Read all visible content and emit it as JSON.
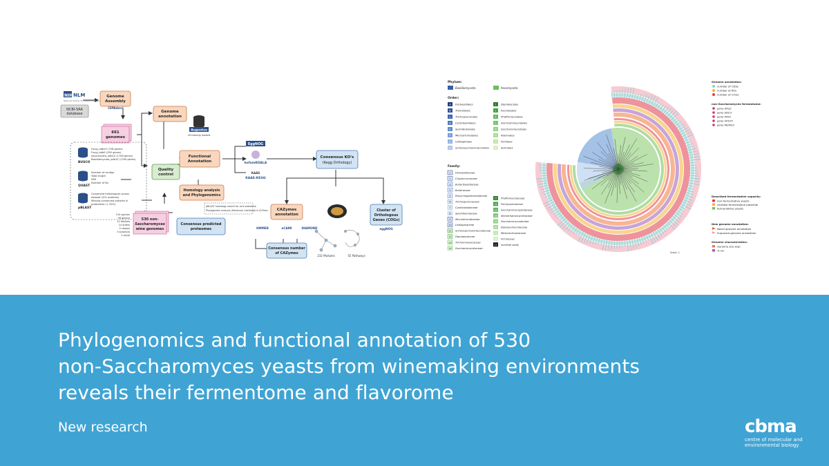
{
  "title_lines": [
    "Phylogenomics and functional annotation of 530",
    "non-Saccharomyces yeasts from winemaking environments",
    "reveals their fermentome and flavorome"
  ],
  "subtitle": "New research",
  "logo": {
    "mark": "cbma",
    "line1": "centre of molecular and",
    "line2": "environmental biology"
  },
  "colors": {
    "banner": "#3fa4d4",
    "box_orange": "#f9d7be",
    "box_blue": "#d2e4f4",
    "box_green": "#d8ecd0",
    "box_pink": "#f6cfe2"
  },
  "flow": {
    "ncbi_line1": "NCBI-SRA",
    "ncbi_line2": "database",
    "genome_assembly_1": "Genome",
    "genome_assembly_2": "Assembly",
    "spades": "(SPAdes)",
    "genomes_661": "661",
    "genomes_word": "genomes",
    "genome_annotation_1": "Genome",
    "genome_annotation_2": "annotation",
    "augustus": "Augustus",
    "training": "16 training models",
    "busco": "BUSCO",
    "quast": "QUAST",
    "pblast": "pBLAST",
    "busco_lines": [
      "Fungi_odb10 (758 genes)",
      "Fungi_odb9 (290 genes)",
      "Ascomycota_odb10 (1706 genes)",
      "Basidiomycota_odb10 (1764 genes)"
    ],
    "quast_lines": [
      "Number of contigs",
      "Total length",
      "N50",
      "Number of Ns"
    ],
    "pblast_lines": [
      "Conserved homologues across",
      "dataset (201 proteins)",
      "Missing conserved proteins in",
      "proteomes (< 25%)"
    ],
    "quality_1": "Quality",
    "quality_2": "control",
    "functional_1": "Functional",
    "functional_2": "Annotation",
    "eggnog": "EggNOG",
    "kofam": "kofamKOALA",
    "kaas": "KAAS-KEGG",
    "consensus_ko_1": "Consensus KO's",
    "consensus_ko_2": "(Kegg Orthology)",
    "homology_1": "Homology analysis",
    "homology_2": "and Phylogenomics",
    "homology_note": [
      "pBLAST homology search for core proteome",
      "Phylogenetic analysis (Maximum Likelihood in IQ-Tree)"
    ],
    "wine_1": "530 non-",
    "wine_2": "Saccharomyces",
    "wine_3": "wine genomes",
    "taxa": [
      "154 species",
      "56 genera",
      "22 families",
      "14 orders",
      "9 classes",
      "3 subphyla",
      "2 phyla"
    ],
    "consensus_pred_1": "Consensus predicted",
    "consensus_pred_2": "proteomes",
    "cazymes_1": "CAZymes",
    "cazymes_2": "annotation",
    "hmmer": "HMMER",
    "ecami": "eCAMI",
    "diamond": "DIAMOND",
    "num_caz_1": "Consensus number",
    "num_caz_2": "of CAZymes",
    "cog_1": "Cluster of",
    "cog_2": "Orthologous",
    "cog_3": "Genes (COGs)",
    "eggnog_small": "eggNOG",
    "modules": "232 Modules",
    "pathways": "55 Pathways"
  },
  "phylo": {
    "phylum_title": "Phylum:",
    "phyla": [
      "Basidiomycota",
      "Ascomycota"
    ],
    "order_title": "Order:",
    "orders_left": [
      "Filobasidiales",
      "Tremellales",
      "Trichosporonales",
      "Cystobasidiales",
      "Sporidiobolales",
      "Microstromatales",
      "Ustilaginales",
      "Schizosaccharomycetales"
    ],
    "orders_right": [
      "Dipodascales",
      "Ascoideales",
      "Phaffomycetales",
      "Saccharomycodales",
      "Saccharomycetales",
      "Alaninales",
      "Pichiales",
      "Serinales"
    ],
    "order_codes_left": [
      "A",
      "B",
      "C",
      "D",
      "E",
      "F",
      "G",
      "H"
    ],
    "order_codes_right": [
      "I",
      "J",
      "K",
      "L",
      "M",
      "N",
      "O",
      "P"
    ],
    "family_title": "Family:",
    "families_left": [
      "Filobasidiaceae",
      "Cryptococcaceae",
      "Bulleribasidiaceae",
      "Bulleraceae",
      "Rhynchogastremataceae",
      "Trichosporonaceae",
      "Cystobasidiaceae",
      "Sporidiobolaceae",
      "Microstromataceae",
      "Ustilaginaceae",
      "Schizosaccharomycetaceae",
      "Dipodascaceae",
      "Trichomonascaceae",
      "Saccharomycetaceae"
    ],
    "families_right": [
      "Phaffomycetaceae",
      "Pachysolenaceae",
      "Saccharomycopsidaceae",
      "Wickerhamomycetaceae",
      "Saccharomycodaceae",
      "Debaryomycetaceae",
      "Metschnikowiaceae",
      "Pichiaceae",
      "incertae sedis"
    ],
    "family_nums_left": [
      "1",
      "2",
      "3",
      "4",
      "5",
      "6",
      "7",
      "8",
      "9",
      "10",
      "11",
      "12",
      "13",
      "14"
    ],
    "family_nums_right": [
      "15",
      "16",
      "17",
      "18",
      "19",
      "20",
      "21",
      "22",
      "23"
    ],
    "genome_ann_title": "Genome annotation:",
    "genome_ann": [
      "number of CDSs",
      "number of KOs",
      "number of COGs"
    ],
    "fermentome_title_1": "non-",
    "fermentome_title_2": "Saccharomyces",
    "fermentome_title_3": " fermentome:",
    "fermentome": [
      "gene ATG2",
      "gene EDC3",
      "gene PFK2",
      "gene VPS75",
      "gene MCM10"
    ],
    "ferm_cap_title": "Described fermentative capacity:",
    "ferm_cap": [
      "non-fermentative yeasts",
      "variable fermentative potential",
      "fermentative yeasts"
    ],
    "new_ann_title": "New genome annotation:",
    "new_ann": [
      "Novel genome annotation",
      "Improved genome annotation"
    ],
    "genome_char_title": "Genome characteristics:",
    "genome_char": [
      "Genome size (bp)",
      "% GC"
    ],
    "scale": "Scale: 1"
  }
}
